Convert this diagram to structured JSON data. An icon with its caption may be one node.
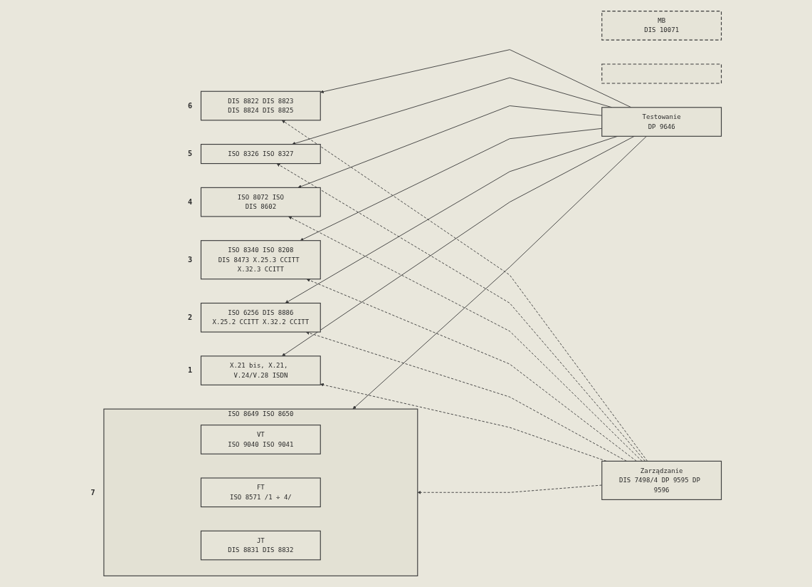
{
  "diagram": {
    "nodes": [
      {
        "text": [
          "ISO 8649 ISO 8650"
        ],
        "beside": [
          "7"
        ]
      },
      {
        "text": [
          "VT",
          "ISO 9040 ISO 9041"
        ],
        "in": 0
      },
      {
        "text": [
          "FT",
          "ISO 8571 /1 ÷ 4/"
        ],
        "in": 0
      },
      {
        "text": [
          "JT",
          "DIS 8831 DIS 8832"
        ],
        "in": 0
      },
      {
        "text": [
          "DIS 8822 DIS 8823",
          "DIS 8824 DIS 8825"
        ],
        "beside": [
          "6"
        ]
      },
      {
        "text": [
          "MB",
          "DIS 10071"
        ]
      },
      {
        "text": [],
        "shape": "box"
      },
      {
        "text": [
          "ISO 8326 ISO 8327"
        ],
        "beside": [
          "5"
        ]
      },
      {
        "text": [
          "ISO 8072 ISO",
          "DIS 8602"
        ],
        "beside": [
          "4"
        ]
      },
      {
        "text": [
          "ISO 8340 ISO 8208",
          "DIS 8473 X.25.3 CCITT X.32.3 CCITT"
        ],
        "beside": [
          "3"
        ]
      },
      {
        "text": [
          "ISO 6256 DIS 8886",
          "X.25.2 CCITT X.32.2 CCITT"
        ],
        "beside": [
          "2"
        ]
      },
      {
        "text": [
          "X.21 bis, X.21, V.24/V.28 ISDN"
        ],
        "beside": [
          "1"
        ]
      },
      {
        "text": [
          "Zarządzanie",
          "DIS 7498/4 DP 9595 DP 9596"
        ]
      },
      {
        "text": [
          "Testowanie",
          "DP 9646"
        ]
      }
    ],
    "edges": [
      {
        "from": 12,
        "to": 0,
        "arrow": "to",
        "style": "dashed"
      },
      {
        "from": 13,
        "to": 0,
        "arrow": "to"
      },
      {
        "from": 13,
        "to": 4,
        "arrow": "to"
      },
      {
        "from": 12,
        "to": 4,
        "arrow": "to",
        "style": "dashed"
      },
      {
        "from": 13,
        "to": 7,
        "arrow": "to"
      },
      {
        "from": 12,
        "to": 7,
        "arrow": "to",
        "style": "dashed"
      },
      {
        "from": 13,
        "to": 8,
        "arrow": "to"
      },
      {
        "from": 12,
        "to": 8,
        "arrow": "to",
        "style": "dashed"
      },
      {
        "from": 13,
        "to": 9,
        "arrow": "to"
      },
      {
        "from": 12,
        "to": 9,
        "arrow": "to",
        "style": "dashed"
      },
      {
        "from": 13,
        "to": 10,
        "arrow": "to"
      },
      {
        "from": 12,
        "to": 10,
        "arrow": "to",
        "style": "dashed"
      },
      {
        "from": 13,
        "to": 11,
        "arrow": "to"
      },
      {
        "from": 12,
        "to": 11,
        "arrow": "to",
        "style": "dashed"
      }
    ]
  }
}
